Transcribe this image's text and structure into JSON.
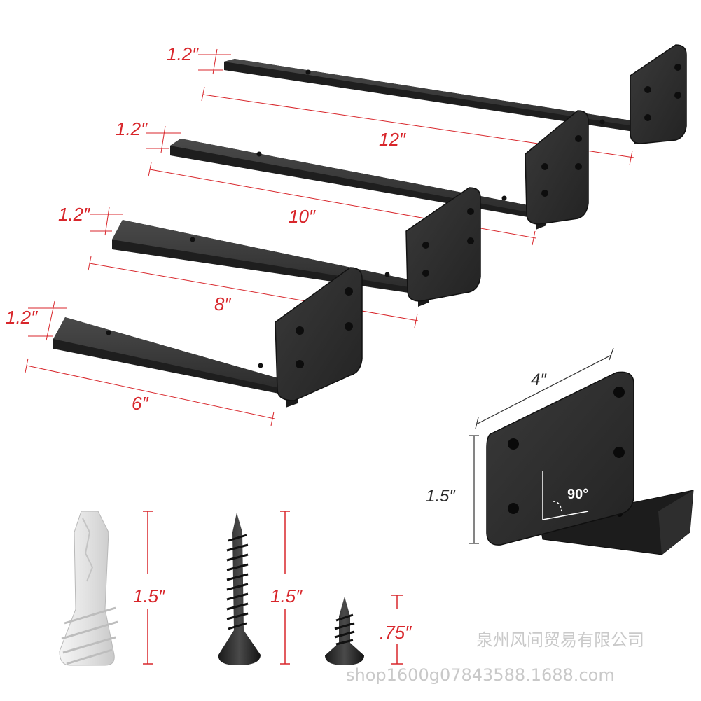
{
  "brackets": [
    {
      "width_label": "1.2″",
      "length_label": "12″"
    },
    {
      "width_label": "1.2″",
      "length_label": "10″"
    },
    {
      "width_label": "1.2″",
      "length_label": "8″"
    },
    {
      "width_label": "1.2″",
      "length_label": "6″"
    }
  ],
  "closeup": {
    "width_label": "4″",
    "height_label": "1.5″",
    "angle_label": "90°"
  },
  "hardware": {
    "anchor_label": "1.5″",
    "long_screw_label": "1.5″",
    "short_screw_label": ".75″"
  },
  "watermark": {
    "company": "泉州风间贸易有限公司",
    "shop": "shop1600g07843588.1688.com"
  },
  "colors": {
    "dimension": "#d8262b",
    "steel": "#2a2a2a"
  }
}
